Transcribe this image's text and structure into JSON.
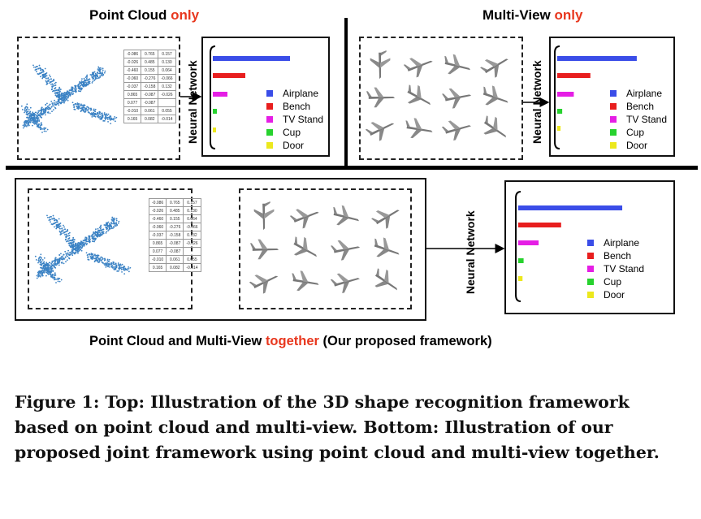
{
  "top_left": {
    "title_main": "Point Cloud ",
    "title_highlight": "only",
    "nn_label": "Neural  Network"
  },
  "top_right": {
    "title_main": "Multi-View ",
    "title_highlight": "only",
    "nn_label": "Neural  Network"
  },
  "bottom": {
    "nn_label": "Neural  Network",
    "title_before": "Point Cloud and Multi-View ",
    "title_highlight": "together",
    "title_after": " (Our proposed framework)"
  },
  "legend": [
    {
      "label": "Airplane",
      "color": "#3a4de8"
    },
    {
      "label": "Bench",
      "color": "#e81e1e"
    },
    {
      "label": "TV Stand",
      "color": "#e51ee5"
    },
    {
      "label": "Cup",
      "color": "#27d22e"
    },
    {
      "label": "Door",
      "color": "#ece81d"
    }
  ],
  "coord_table": [
    [
      "-0.086",
      "0.765",
      "0.157"
    ],
    [
      "-0.026",
      "0.485",
      "0.130"
    ],
    [
      "-0.460",
      "0.155",
      "0.064"
    ],
    [
      "-0.060",
      "-0.276",
      "-0.066"
    ],
    [
      "-0.037",
      "-0.158",
      "0.132"
    ],
    [
      "0.865",
      "-0.087",
      "-0.026"
    ],
    [
      "0.077",
      "-0.087",
      ""
    ],
    [
      "-0.010",
      "0.061",
      "0.055"
    ],
    [
      "0.165",
      "0.082",
      "-0.014"
    ]
  ],
  "chart_data": [
    {
      "type": "bar",
      "title": "",
      "categories": [
        "Airplane",
        "Bench",
        "TV Stand",
        "Cup",
        "Door"
      ],
      "values": [
        0.95,
        0.4,
        0.18,
        0.05,
        0.04
      ]
    },
    {
      "type": "bar",
      "title": "",
      "categories": [
        "Airplane",
        "Bench",
        "TV Stand",
        "Cup",
        "Door"
      ],
      "values": [
        0.96,
        0.4,
        0.2,
        0.06,
        0.04
      ]
    },
    {
      "type": "bar",
      "title": "",
      "categories": [
        "Airplane",
        "Bench",
        "TV Stand",
        "Cup",
        "Door"
      ],
      "values": [
        0.97,
        0.4,
        0.19,
        0.05,
        0.04
      ]
    }
  ],
  "caption": "Figure 1: Top: Illustration of the 3D shape recognition framework based on point cloud and multi-view. Bottom: Illustration of our proposed joint framework using point cloud and multi-view together."
}
